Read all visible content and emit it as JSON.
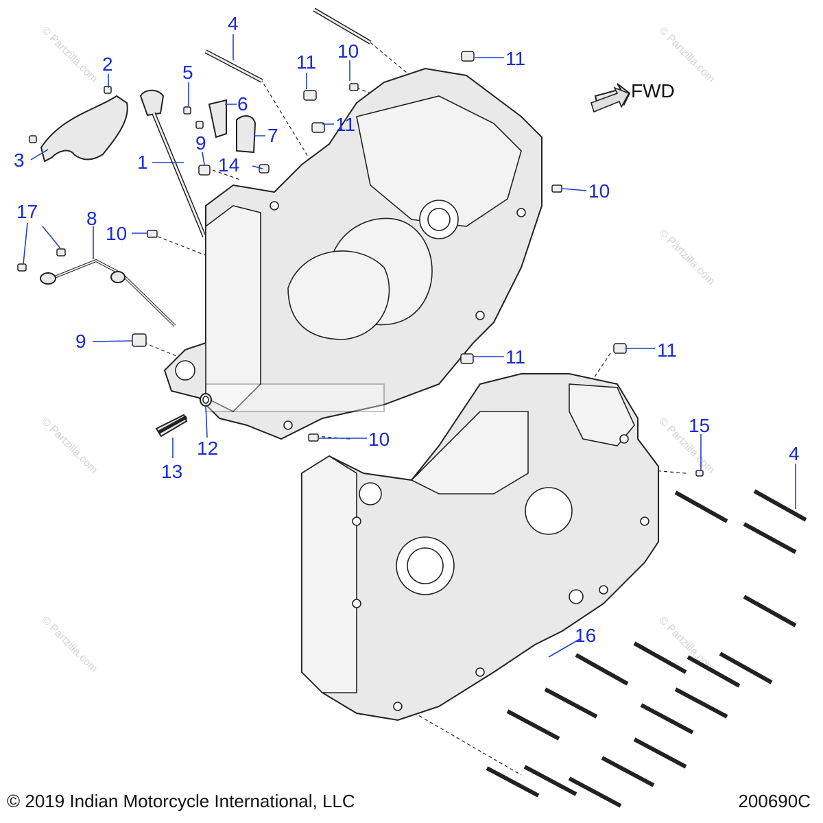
{
  "colors": {
    "callout": "#1a2bd6",
    "ink": "#111111",
    "part_fill": "#e9e9e9",
    "watermark": "#d4d4d4"
  },
  "direction": {
    "label": "FWD",
    "icon": "forward-arrow-icon"
  },
  "watermark": "© Partzilla.com",
  "callouts": [
    {
      "id": "c4a",
      "text": "4"
    },
    {
      "id": "c2",
      "text": "2"
    },
    {
      "id": "c5",
      "text": "5"
    },
    {
      "id": "c11a",
      "text": "11"
    },
    {
      "id": "c10a",
      "text": "10"
    },
    {
      "id": "c11b",
      "text": "11"
    },
    {
      "id": "c6",
      "text": "6"
    },
    {
      "id": "c11c",
      "text": "11"
    },
    {
      "id": "c3",
      "text": "3"
    },
    {
      "id": "c9a",
      "text": "9"
    },
    {
      "id": "c7",
      "text": "7"
    },
    {
      "id": "c1",
      "text": "1"
    },
    {
      "id": "c14",
      "text": "14"
    },
    {
      "id": "c10b",
      "text": "10"
    },
    {
      "id": "c17",
      "text": "17"
    },
    {
      "id": "c8",
      "text": "8"
    },
    {
      "id": "c10c",
      "text": "10"
    },
    {
      "id": "c9b",
      "text": "9"
    },
    {
      "id": "c11d",
      "text": "11"
    },
    {
      "id": "c11e",
      "text": "11"
    },
    {
      "id": "c15",
      "text": "15"
    },
    {
      "id": "c10d",
      "text": "10"
    },
    {
      "id": "c12",
      "text": "12"
    },
    {
      "id": "c13",
      "text": "13"
    },
    {
      "id": "c4b",
      "text": "4"
    },
    {
      "id": "c16",
      "text": "16"
    }
  ],
  "footer": {
    "copyright": "© 2019 Indian Motorcycle International, LLC",
    "drawing_number": "200690C"
  }
}
